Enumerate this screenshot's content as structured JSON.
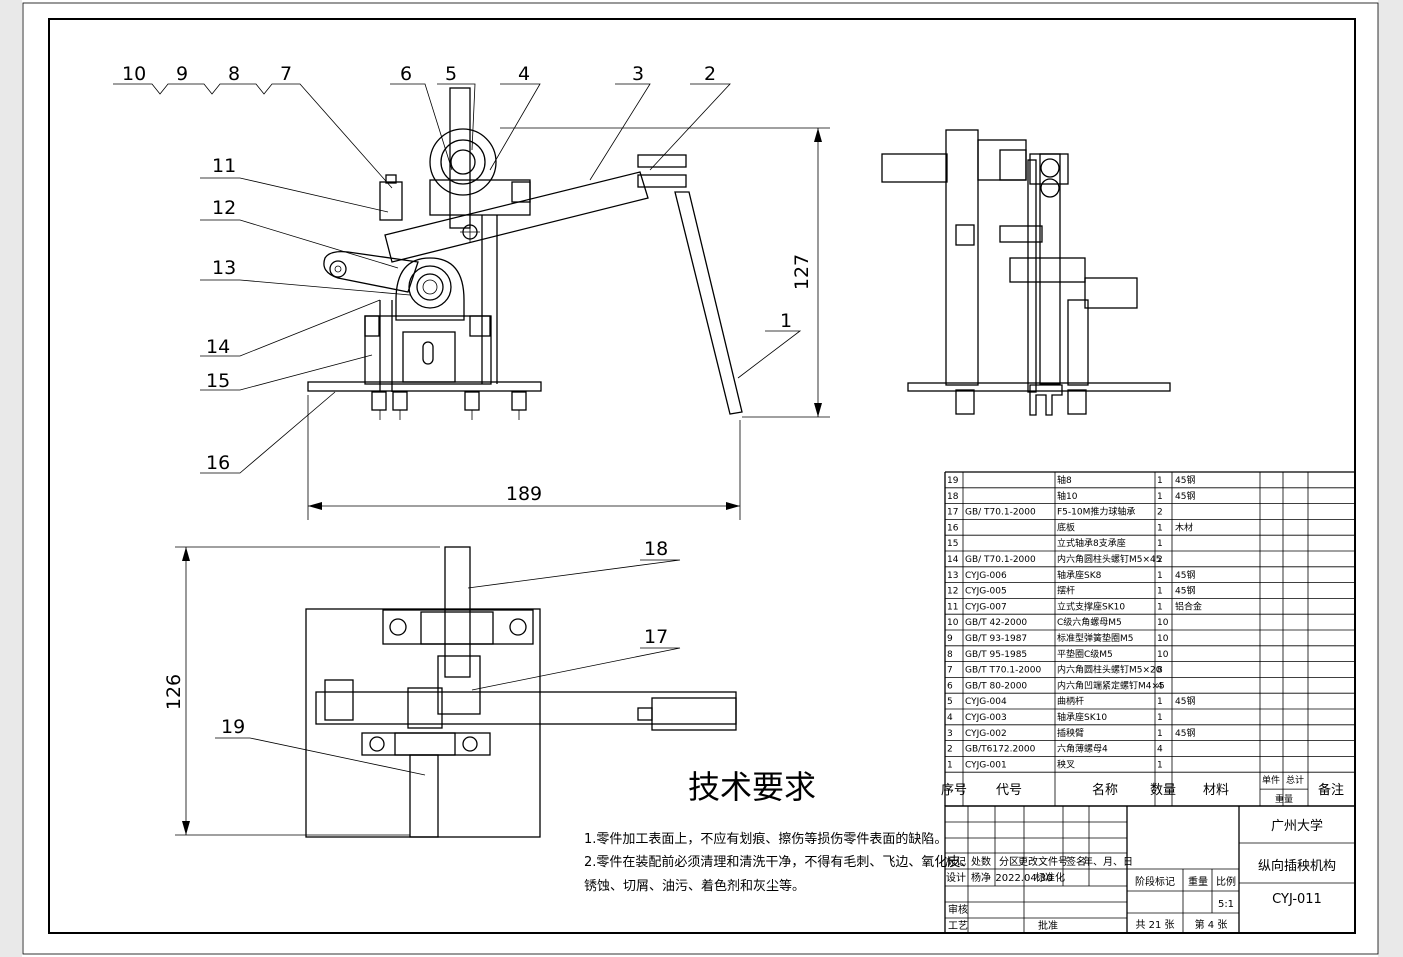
{
  "views": {
    "front": {
      "part_labels": [
        "10",
        "9",
        "8",
        "7",
        "6",
        "5",
        "4",
        "3",
        "2",
        "11",
        "12",
        "13",
        "14",
        "15",
        "16",
        "1"
      ],
      "dim_width": "189",
      "dim_height": "127"
    },
    "top": {
      "part_labels": [
        "18",
        "17",
        "19"
      ],
      "dim_height": "126"
    }
  },
  "requirements": {
    "title": "技术要求",
    "lines": [
      "1.零件加工表面上，不应有划痕、擦伤等损伤零件表面的缺陷。",
      "2.零件在装配前必须清理和清洗干净，不得有毛刺、飞边、氧化皮、",
      "锈蚀、切屑、油污、着色剂和灰尘等。"
    ]
  },
  "bom": {
    "rows": [
      {
        "no": "19",
        "code": "",
        "name": "轴8",
        "qty": "1",
        "material": "45钢"
      },
      {
        "no": "18",
        "code": "",
        "name": "轴10",
        "qty": "1",
        "material": "45钢"
      },
      {
        "no": "17",
        "code": "GB/ T70.1-2000",
        "name": "F5-10M推力球轴承",
        "qty": "2",
        "material": ""
      },
      {
        "no": "16",
        "code": "",
        "name": "底板",
        "qty": "1",
        "material": "木材"
      },
      {
        "no": "15",
        "code": "",
        "name": "立式轴承8支承座",
        "qty": "1",
        "material": ""
      },
      {
        "no": "14",
        "code": "GB/ T70.1-2000",
        "name": "内六角圆柱头螺钉M5×45",
        "qty": "2",
        "material": ""
      },
      {
        "no": "13",
        "code": "CYJG-006",
        "name": "轴承座SK8",
        "qty": "1",
        "material": "45钢"
      },
      {
        "no": "12",
        "code": "CYJG-005",
        "name": "摆杆",
        "qty": "1",
        "material": "45钢"
      },
      {
        "no": "11",
        "code": "CYJG-007",
        "name": "立式支撑座SK10",
        "qty": "1",
        "material": "铝合金"
      },
      {
        "no": "10",
        "code": "GB/T 42-2000",
        "name": "C级六角螺母M5",
        "qty": "10",
        "material": ""
      },
      {
        "no": "9",
        "code": "GB/T 93-1987",
        "name": "标准型弹簧垫圈M5",
        "qty": "10",
        "material": ""
      },
      {
        "no": "8",
        "code": "GB/T 95-1985",
        "name": "平垫圈C级M5",
        "qty": "10",
        "material": ""
      },
      {
        "no": "7",
        "code": "GB/T T70.1-2000",
        "name": "内六角圆柱头螺钉M5×20",
        "qty": "8",
        "material": ""
      },
      {
        "no": "6",
        "code": "GB/T 80-2000",
        "name": "内六角凹端紧定螺钉M4×5",
        "qty": "4",
        "material": ""
      },
      {
        "no": "5",
        "code": "CYJG-004",
        "name": "曲柄杆",
        "qty": "1",
        "material": "45钢"
      },
      {
        "no": "4",
        "code": "CYJG-003",
        "name": "轴承座SK10",
        "qty": "1",
        "material": ""
      },
      {
        "no": "3",
        "code": "CYJG-002",
        "name": "插秧臂",
        "qty": "1",
        "material": "45钢"
      },
      {
        "no": "2",
        "code": "GB/T6172.2000",
        "name": "六角薄螺母4",
        "qty": "4",
        "material": ""
      },
      {
        "no": "1",
        "code": "CYJG-001",
        "name": "秧叉",
        "qty": "1",
        "material": ""
      }
    ],
    "header": {
      "no": "序号",
      "code": "代号",
      "name": "名称",
      "qty": "数量",
      "material": "材料",
      "unit": "单件",
      "total": "总计",
      "weight": "重量",
      "remark": "备注"
    }
  },
  "title_block": {
    "school": "广州大学",
    "drawing_name": "纵向插秧机构",
    "drawing_no": "CYJ-011",
    "scale": "5:1",
    "sheets": "共 21 张",
    "sheet_no": "第 4 张",
    "rev_headers": [
      "标记",
      "处数",
      "分区",
      "更改文件号",
      "签名",
      "年、月、日"
    ],
    "design_label": "设计",
    "designer": "杨净",
    "date": "2022.04.30",
    "standard_label": "标准化",
    "stage_label": "阶段标记",
    "weight_label": "重量",
    "scale_label": "比例",
    "review_label": "审核",
    "process_label": "工艺",
    "approve_label": "批准"
  }
}
